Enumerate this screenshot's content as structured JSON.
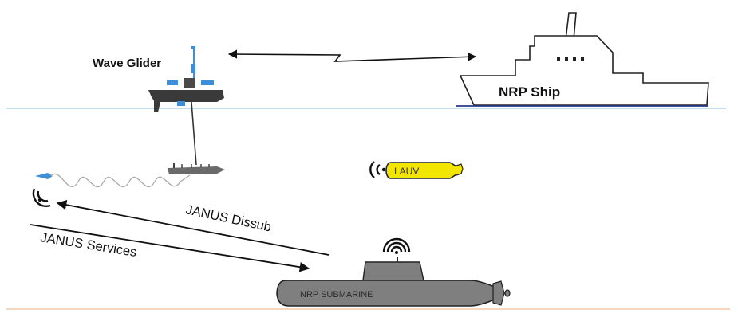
{
  "labels": {
    "wave_glider": "Wave Glider",
    "ship": "NRP Ship",
    "lauv": "LAUV",
    "submarine": "NRP SUBMARINE",
    "dissub": "JANUS Dissub",
    "services": "JANUS Services"
  },
  "colors": {
    "sea_surface": "#9dc8e8",
    "sea_floor": "#f2c9a8",
    "lauv_body": "#f2e600",
    "submarine_body": "#7f7f7f",
    "ship_hull_line": "#2a3a8c",
    "accent_blue": "#3f8fd8"
  }
}
